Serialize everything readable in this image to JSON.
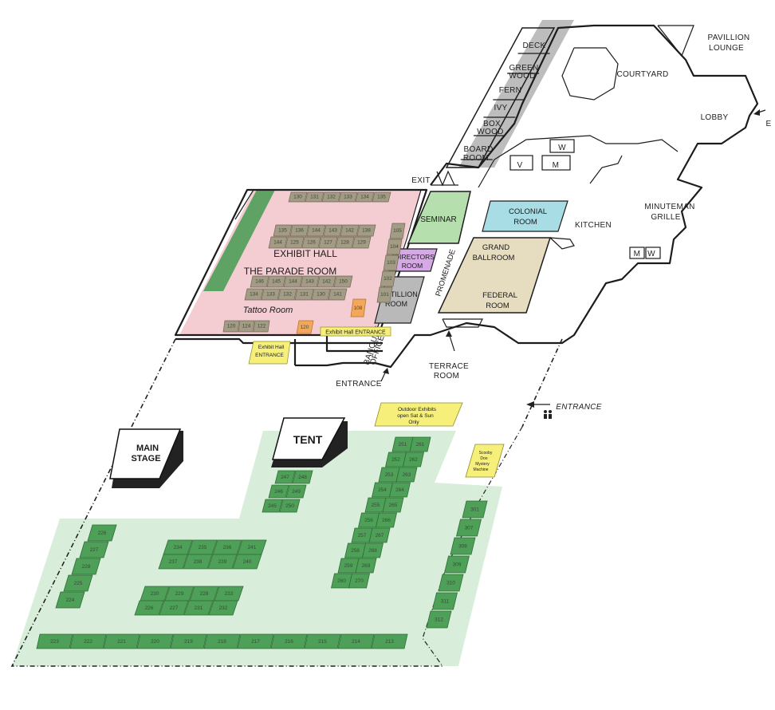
{
  "building": {
    "deck": "DECK",
    "greenwood": [
      "GREEN",
      "WOOD"
    ],
    "fern": "FERN",
    "ivy": "IVY",
    "boxwood": [
      "BOX",
      "WOOD"
    ],
    "boardroom": [
      "BOARD",
      "ROOM"
    ],
    "courtyard": "COURTYARD",
    "pavillion": [
      "PAVILLION",
      "LOUNGE"
    ],
    "lobby": "LOBBY",
    "lobby_edge": "E",
    "kitchen": "KITCHEN",
    "minuteman": [
      "MINUTEMAN",
      "GRILLE"
    ],
    "colonial": [
      "COLONIAL",
      "ROOM"
    ],
    "grand": [
      "GRAND",
      "BALLROOM"
    ],
    "federal": [
      "FEDERAL",
      "ROOM"
    ],
    "seminar": "SEMINAR",
    "directors": [
      "DIRECTORS",
      "ROOM"
    ],
    "cotillion": [
      "COTILLION",
      "ROOM"
    ],
    "promenade": "PROMENADE",
    "exit": "EXIT",
    "exhibit_hall": "EXHIBIT HALL",
    "parade_room": "THE PARADE ROOM",
    "tattoo_room": "Tattoo Room",
    "restroom_w": "W",
    "restroom_m": "M",
    "restroom_v": "V",
    "terrace": [
      "TERRACE",
      "ROOM"
    ],
    "banquet": [
      "BANQUET",
      "OFFICE"
    ],
    "entrance": "ENTRANCE",
    "east_entrance": "ENTRANCE",
    "exhibit_hall_entrance": "Exhibit Hall ENTRANCE",
    "exhibit_hall_entrance2": [
      "Exhibit Hall",
      "ENTRANCE"
    ]
  },
  "outdoor": {
    "main_stage": [
      "MAIN",
      "STAGE"
    ],
    "tent": "TENT",
    "outdoor_note": [
      "Outdoor Exhibits",
      "open Sat & Sun",
      "Only"
    ],
    "mystery_note": [
      "Scooby",
      "Doo",
      "Mystery",
      "Machine"
    ]
  },
  "booths": {
    "hall_top": [
      "130",
      "131",
      "132",
      "133",
      "134",
      "135"
    ],
    "hall_row2": [
      "135",
      "136",
      "144",
      "143",
      "142",
      "138"
    ],
    "hall_row3": [
      "144",
      "125",
      "126",
      "127",
      "128",
      "129"
    ],
    "hall_row4": [
      "146",
      "145",
      "144",
      "143",
      "142",
      "150"
    ],
    "hall_row5": [
      "134",
      "133",
      "132",
      "131",
      "130",
      "141"
    ],
    "hall_right": [
      "105",
      "104",
      "103",
      "102",
      "101"
    ],
    "hall_bottom": [
      "120",
      "124",
      "122"
    ],
    "hall_mid": "120",
    "hall_orange": "108",
    "tent_block": [
      "247",
      "248",
      "246",
      "249",
      "245",
      "250"
    ],
    "long_strip_a": [
      "251",
      "252",
      "253",
      "254",
      "255",
      "256",
      "257",
      "258",
      "259",
      "260"
    ],
    "long_strip_b": [
      "261",
      "262",
      "263",
      "264",
      "265",
      "266",
      "267",
      "268",
      "269",
      "270"
    ],
    "right_strip": [
      "301",
      "307",
      "308",
      "309",
      "310",
      "311",
      "312"
    ],
    "row_a": [
      "234",
      "235",
      "236",
      "241",
      "237",
      "238",
      "239",
      "240"
    ],
    "row_b": [
      "230",
      "229",
      "228",
      "233",
      "226",
      "227",
      "231",
      "232"
    ],
    "left_strip": [
      "226",
      "227",
      "228",
      "225",
      "224"
    ],
    "bottom_row": [
      "223",
      "222",
      "221",
      "220",
      "219",
      "218",
      "217",
      "216",
      "215",
      "214",
      "213"
    ]
  },
  "colors": {
    "booth_green": "#4e9f57",
    "lot_green": "#d8eedb",
    "exhibit_pink": "#f4cdd3",
    "seminar_green": "#b5dfad",
    "directors_purple": "#d7a8e6",
    "cotillion_gray": "#b9b9b9",
    "colonial_cyan": "#a8dde6",
    "ballroom_tan": "#e6dcbf",
    "note_yellow": "#f6f07a",
    "booth_orange": "#f1a85c"
  }
}
